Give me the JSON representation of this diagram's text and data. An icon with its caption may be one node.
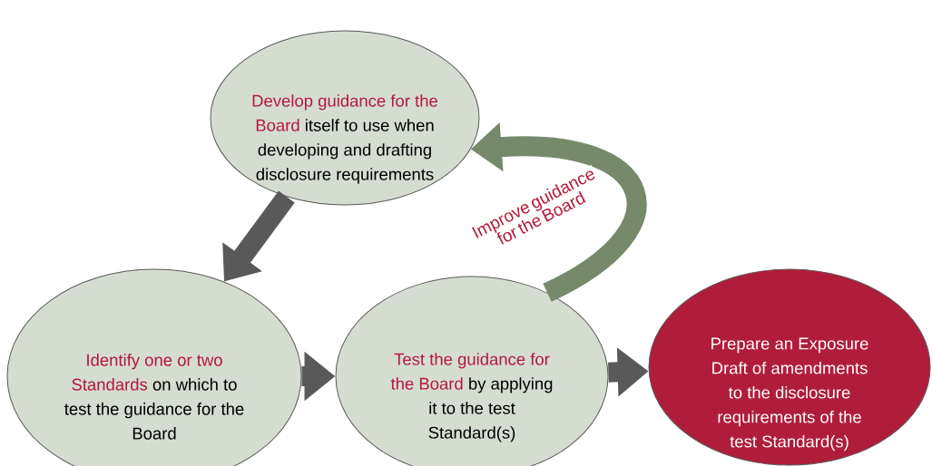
{
  "diagram": {
    "nodes": [
      {
        "text": [
          "Develop guidance for the Board",
          "itself to use when developing and drafting disclosure requirements"
        ]
      },
      {
        "text": [
          "Identify one or two Standards",
          "on which to test the guidance for the Board"
        ]
      },
      {
        "text": [
          "Test the guidance for the Board",
          "by applying it to the test Standard(s)"
        ]
      },
      {
        "text": [
          "Prepare an Exposure Draft of amendments to the disclosure requirements of the test Standard(s)"
        ]
      }
    ],
    "edges": [
      {
        "from": 0,
        "to": 1,
        "arrow": "to"
      },
      {
        "from": 1,
        "to": 2,
        "arrow": "to"
      },
      {
        "from": 2,
        "to": 3,
        "arrow": "to"
      },
      {
        "from": 2,
        "to": 0,
        "arrow": "to",
        "label": "Improve guidance for the Board",
        "color": "#76896a"
      }
    ]
  }
}
